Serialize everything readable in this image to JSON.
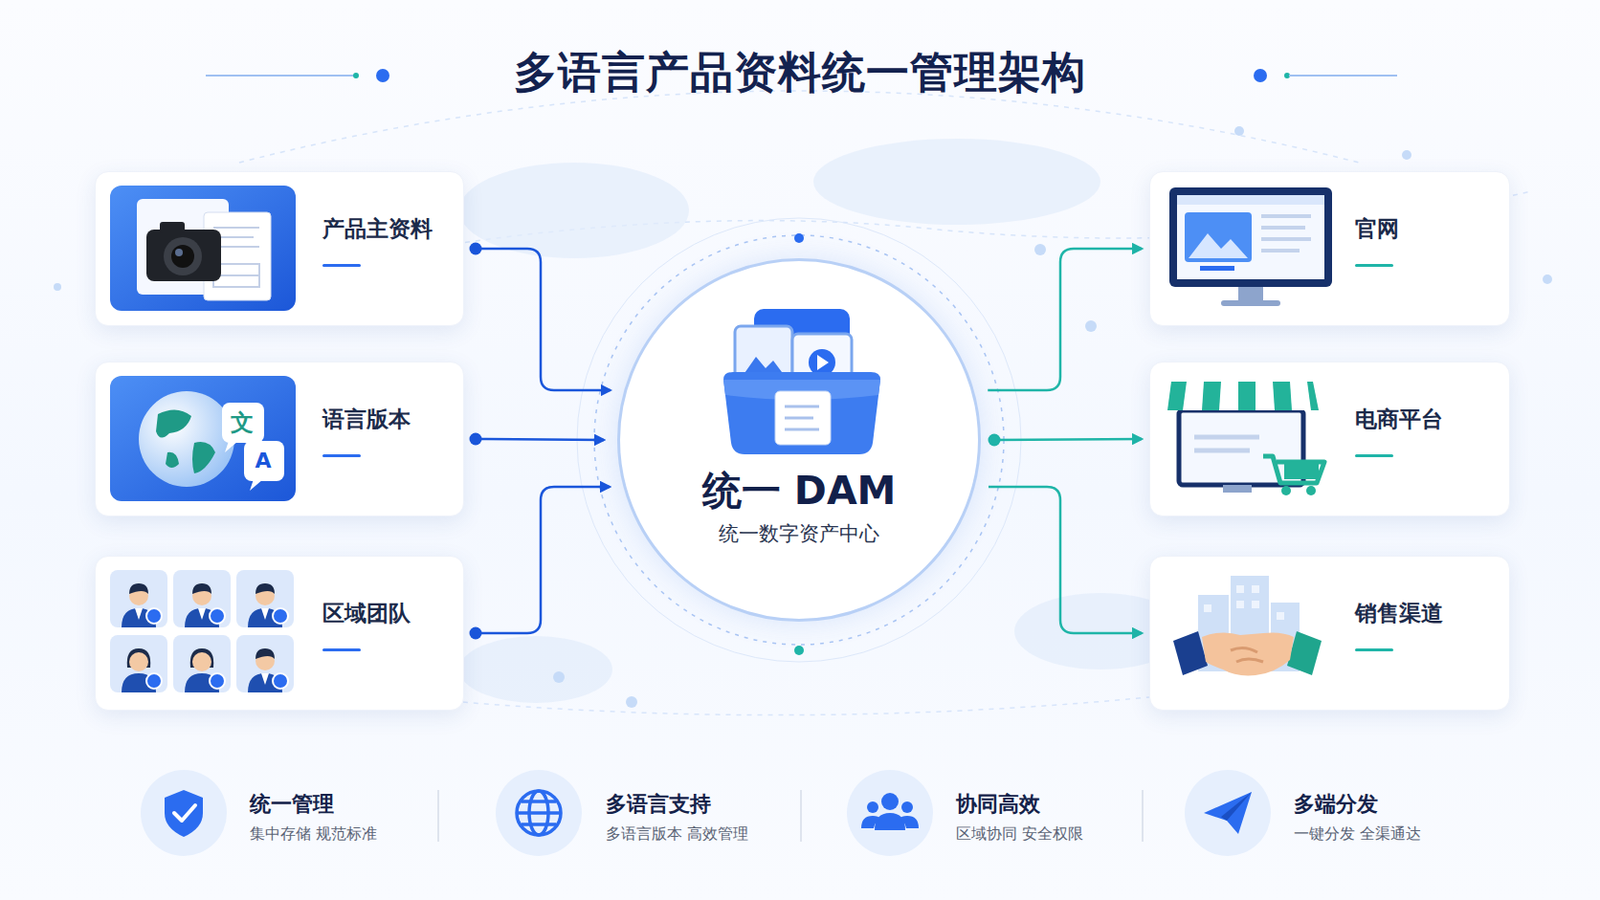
{
  "diagram": {
    "title": "多语言产品资料统一管理架构",
    "nodes": [
      {
        "text": [
          "产品主资料"
        ]
      },
      {
        "text": [
          "语言版本"
        ]
      },
      {
        "text": [
          "区域团队"
        ]
      },
      {
        "text": [
          "统一 DAM",
          "统一数字资产中心"
        ]
      },
      {
        "text": [
          "官网"
        ]
      },
      {
        "text": [
          "电商平台"
        ]
      },
      {
        "text": [
          "销售渠道"
        ]
      }
    ],
    "edges": [
      {
        "from": 0,
        "to": 3,
        "arrow": "to"
      },
      {
        "from": 1,
        "to": 3,
        "arrow": "to"
      },
      {
        "from": 2,
        "to": 3,
        "arrow": "to"
      },
      {
        "from": 3,
        "to": 4,
        "arrow": "to"
      },
      {
        "from": 3,
        "to": 5,
        "arrow": "to"
      },
      {
        "from": 3,
        "to": 6,
        "arrow": "to"
      }
    ],
    "labels": [
      "文",
      "A",
      "统一管理",
      "集中存储 规范标准",
      "多语言支持",
      "多语言版本 高效管理",
      "协同高效",
      "区域协同 安全权限",
      "多端分发",
      "一键分发 全渠通达"
    ]
  }
}
